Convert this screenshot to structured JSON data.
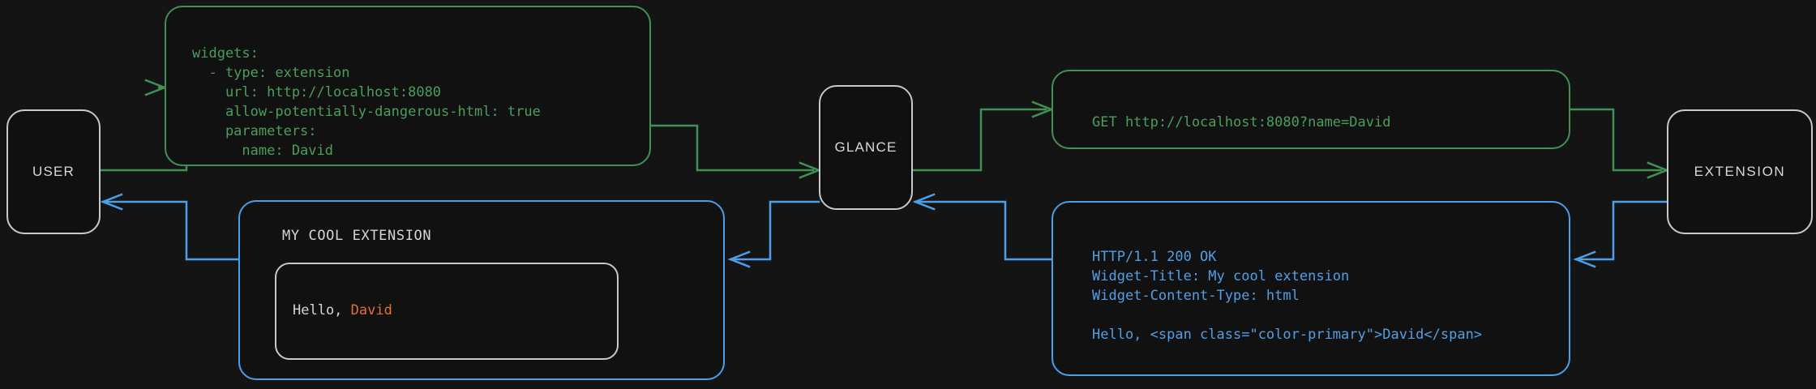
{
  "diagram": {
    "title": "glance extension request flow",
    "background": "#141414",
    "colors": {
      "request": "#3f9253",
      "response": "#4b9fe8",
      "node_border": "#c9c9c9",
      "node_text": "#d8d8d8",
      "highlight": "#e56f32"
    }
  },
  "nodes": [
    {
      "id": "user",
      "label": "USER"
    },
    {
      "id": "glance",
      "label": "GLANCE"
    },
    {
      "id": "extension",
      "label": "EXTENSION"
    }
  ],
  "cards": {
    "yaml_config": {
      "flow": "request",
      "text": "widgets:\n  - type: extension\n    url: http://localhost:8080\n    allow-potentially-dangerous-html: true\n    parameters:\n      name: David"
    },
    "http_request": {
      "flow": "request",
      "text": "GET http://localhost:8080?name=David"
    },
    "http_response": {
      "flow": "response",
      "text": "HTTP/1.1 200 OK\nWidget-Title: My cool extension\nWidget-Content-Type: html\n\nHello, <span class=\"color-primary\">David</span>"
    },
    "rendered_widget": {
      "flow": "response",
      "title": "MY COOL EXTENSION",
      "body_prefix": "Hello, ",
      "body_highlight": "David"
    }
  }
}
